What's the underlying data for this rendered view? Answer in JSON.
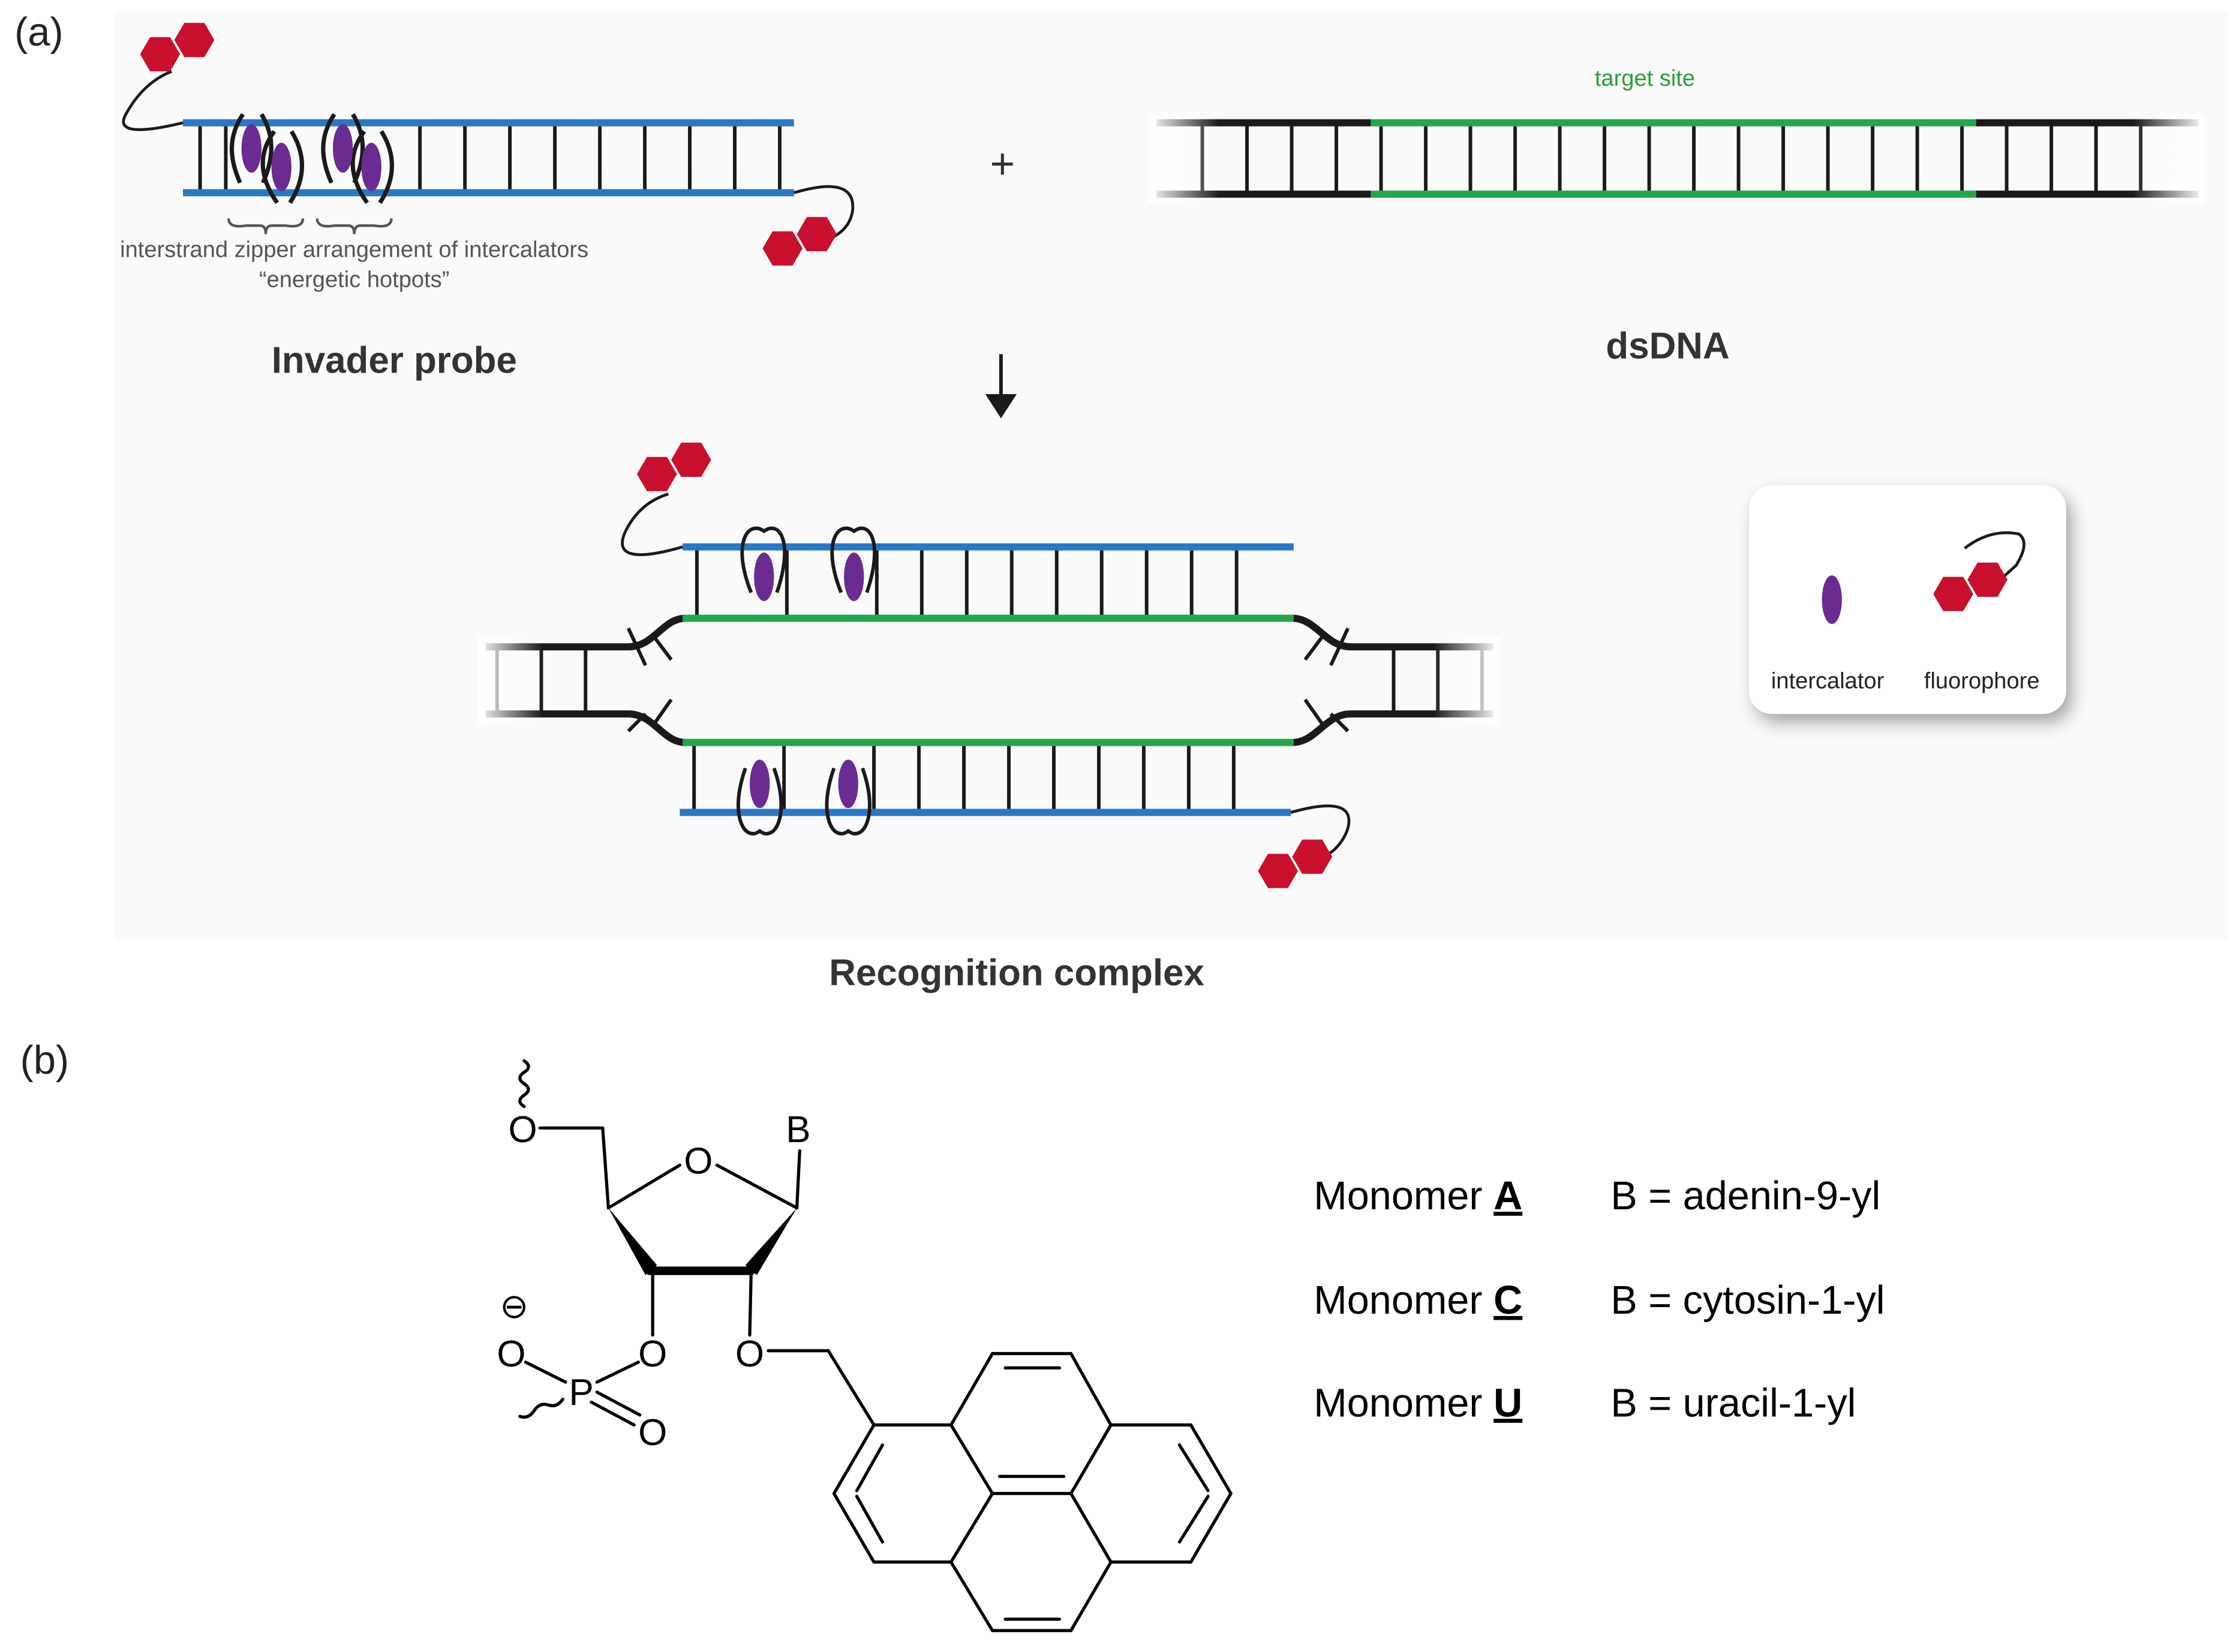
{
  "panel_a": {
    "label": "(a)",
    "zipper_note_line1": "interstrand zipper arrangement of intercalators",
    "zipper_note_line2": "“energetic hotpots”",
    "probe_title": "Invader probe",
    "plus": "+",
    "target_label": "target site",
    "dsdna_title": "dsDNA",
    "arrow": "↓",
    "complex_title": "Recognition complex",
    "legend": {
      "intercalator_label": "intercalator",
      "fluorophore_label": "fluorophore"
    },
    "colors": {
      "probe_strand": "#2878c8",
      "target_strand": "#22a84a",
      "dna_strand": "#1a1a1a",
      "intercalator": "#6a2c91",
      "fluorophore": "#c8102e"
    }
  },
  "panel_b": {
    "label": "(b)",
    "atoms": {
      "o5": "O",
      "ring_o": "O",
      "base": "B",
      "charge": "⊖",
      "o_minus": "O",
      "p": "P",
      "o3": "O",
      "o_double": "O",
      "o2": "O"
    },
    "monomers": [
      {
        "prefix": "Monomer ",
        "letter": "A",
        "definition": "B = adenin-9-yl"
      },
      {
        "prefix": "Monomer ",
        "letter": "C",
        "definition": "B = cytosin-1-yl"
      },
      {
        "prefix": "Monomer ",
        "letter": "U",
        "definition": "B = uracil-1-yl"
      }
    ]
  }
}
